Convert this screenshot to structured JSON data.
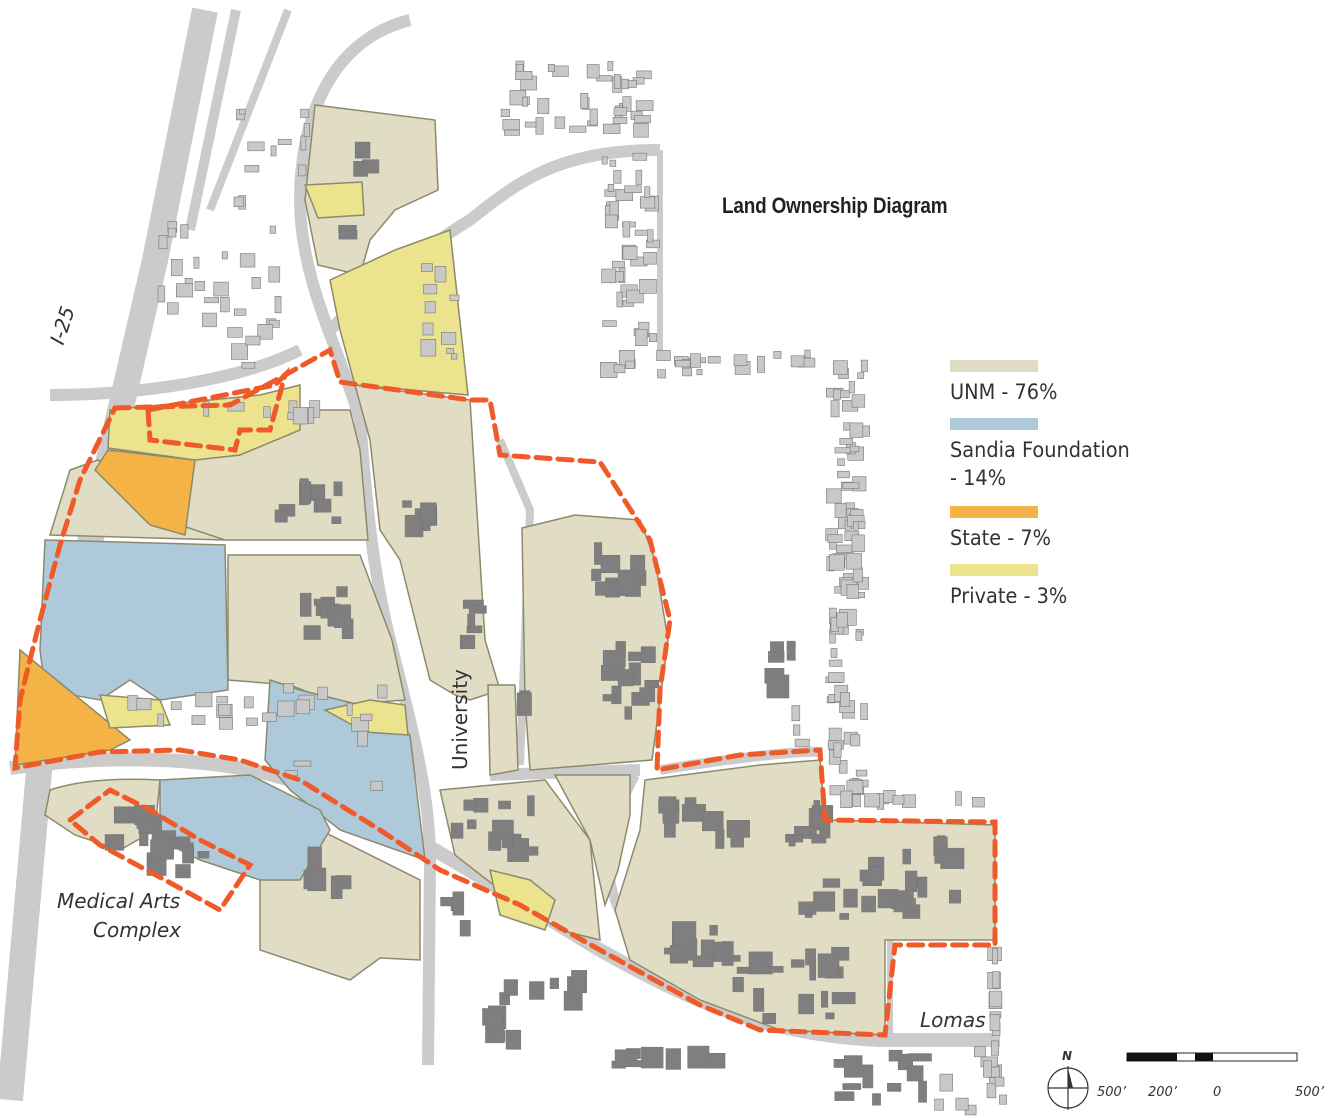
{
  "title": "Land Ownership Diagram",
  "legend": [
    {
      "label": "UNM - 76%",
      "color": "#e1dcc4"
    },
    {
      "label": "Sandia Foundation - 14%",
      "color": "#adc9da"
    },
    {
      "label": "State - 7%",
      "color": "#f4b347"
    },
    {
      "label": "Private - 3%",
      "color": "#ebe38d"
    }
  ],
  "labels": {
    "highway": "I-25",
    "university": "University",
    "lomas": "Lomas",
    "medical_arts_line1": "Medical Arts",
    "medical_arts_line2": "Complex"
  },
  "north_arrow": "N",
  "scale": {
    "labels": [
      "500’",
      "200’",
      "0",
      "500’"
    ]
  },
  "colors": {
    "road": "#cbcbcb",
    "building": "#7f7f7f",
    "building_light": "#c8c8c8",
    "boundary_dash": "#f05a28",
    "parcel_edge": "#8d8a6c"
  }
}
